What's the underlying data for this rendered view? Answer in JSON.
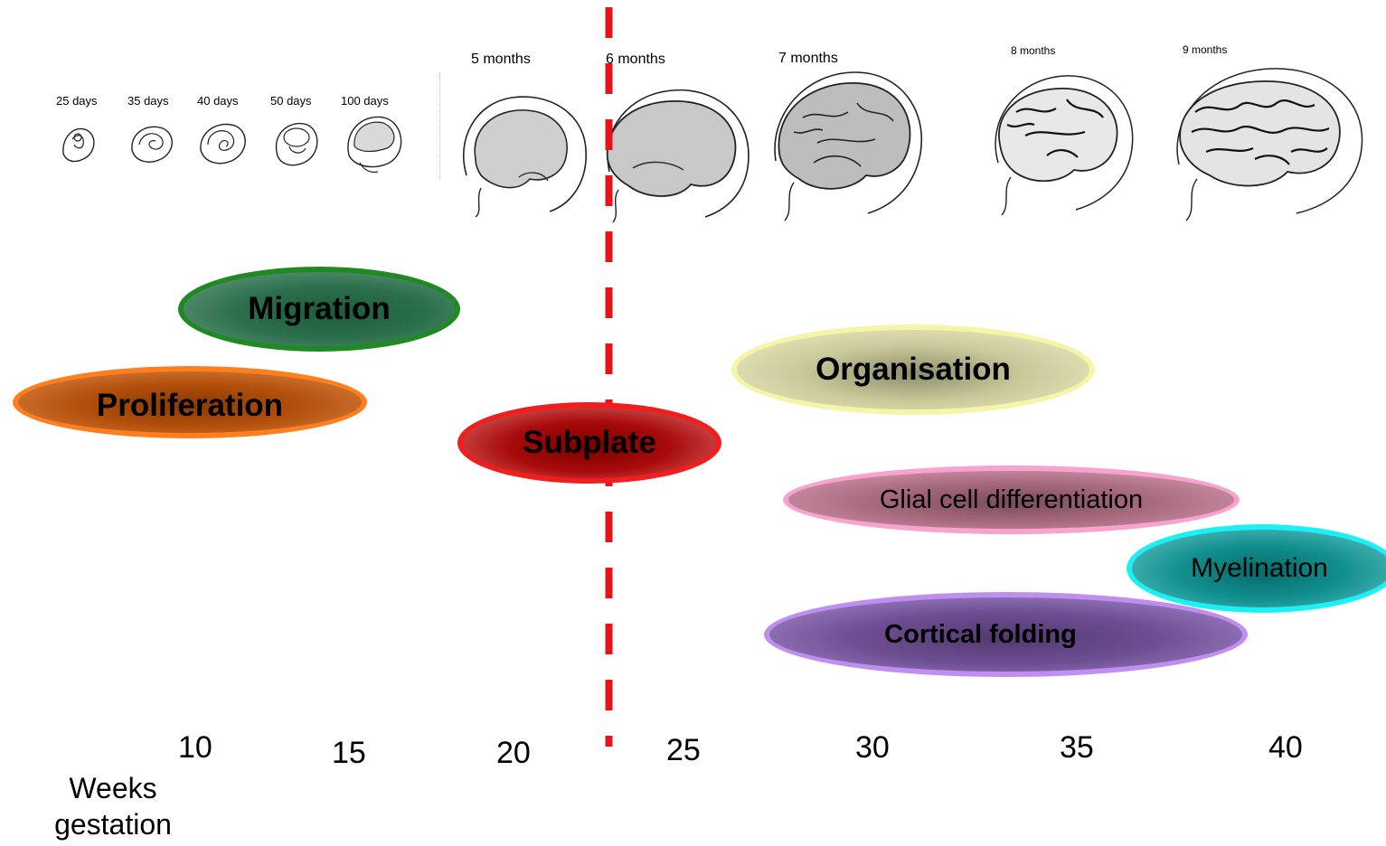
{
  "stages_small": [
    {
      "label": "25 days"
    },
    {
      "label": "35 days"
    },
    {
      "label": "40 days"
    },
    {
      "label": "50 days"
    },
    {
      "label": "100 days"
    }
  ],
  "stages_large": [
    {
      "label": "5 months"
    },
    {
      "label": "6 months"
    },
    {
      "label": "7 months"
    },
    {
      "label": "8 months"
    },
    {
      "label": "9 months"
    }
  ],
  "processes": {
    "migration": {
      "label": "Migration",
      "color": "#1f7a2e"
    },
    "proliferation": {
      "label": "Proliferation",
      "color": "#ff7a1a"
    },
    "subplate": {
      "label": "Subplate",
      "color": "#ee1111"
    },
    "organisation": {
      "label": "Organisation",
      "color": "#f2f29a"
    },
    "glial": {
      "label": "Glial cell differentiation",
      "color": "#f59ac8"
    },
    "myelination": {
      "label": "Myelination",
      "color": "#19e6ef"
    },
    "cortical": {
      "label": "Cortical folding",
      "color": "#c793f2"
    }
  },
  "marker": {
    "color": "#e8121a"
  },
  "axis": {
    "ticks": [
      "10",
      "15",
      "20",
      "25",
      "30",
      "35",
      "40"
    ],
    "title_line1": "Weeks",
    "title_line2": "gestation"
  }
}
